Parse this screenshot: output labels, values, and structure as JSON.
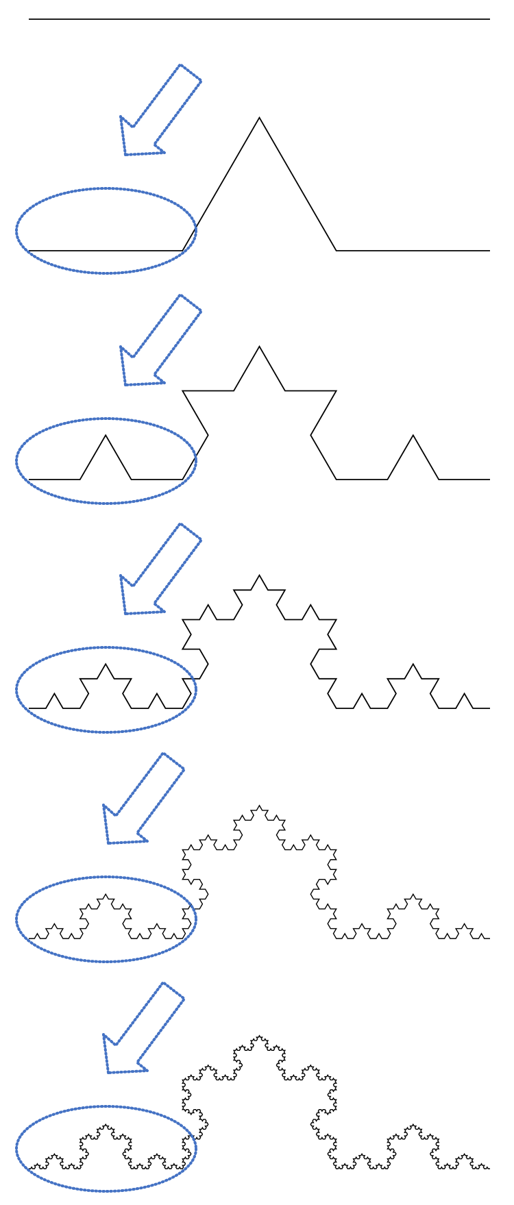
{
  "diagram": {
    "line_color": "#000000",
    "highlight_color": "#4472c4",
    "arrow_icon": "dotted-arrow-icon",
    "ellipse_icon": "dotted-ellipse-icon",
    "iterations": [
      0,
      1,
      2,
      3,
      4,
      5
    ]
  }
}
